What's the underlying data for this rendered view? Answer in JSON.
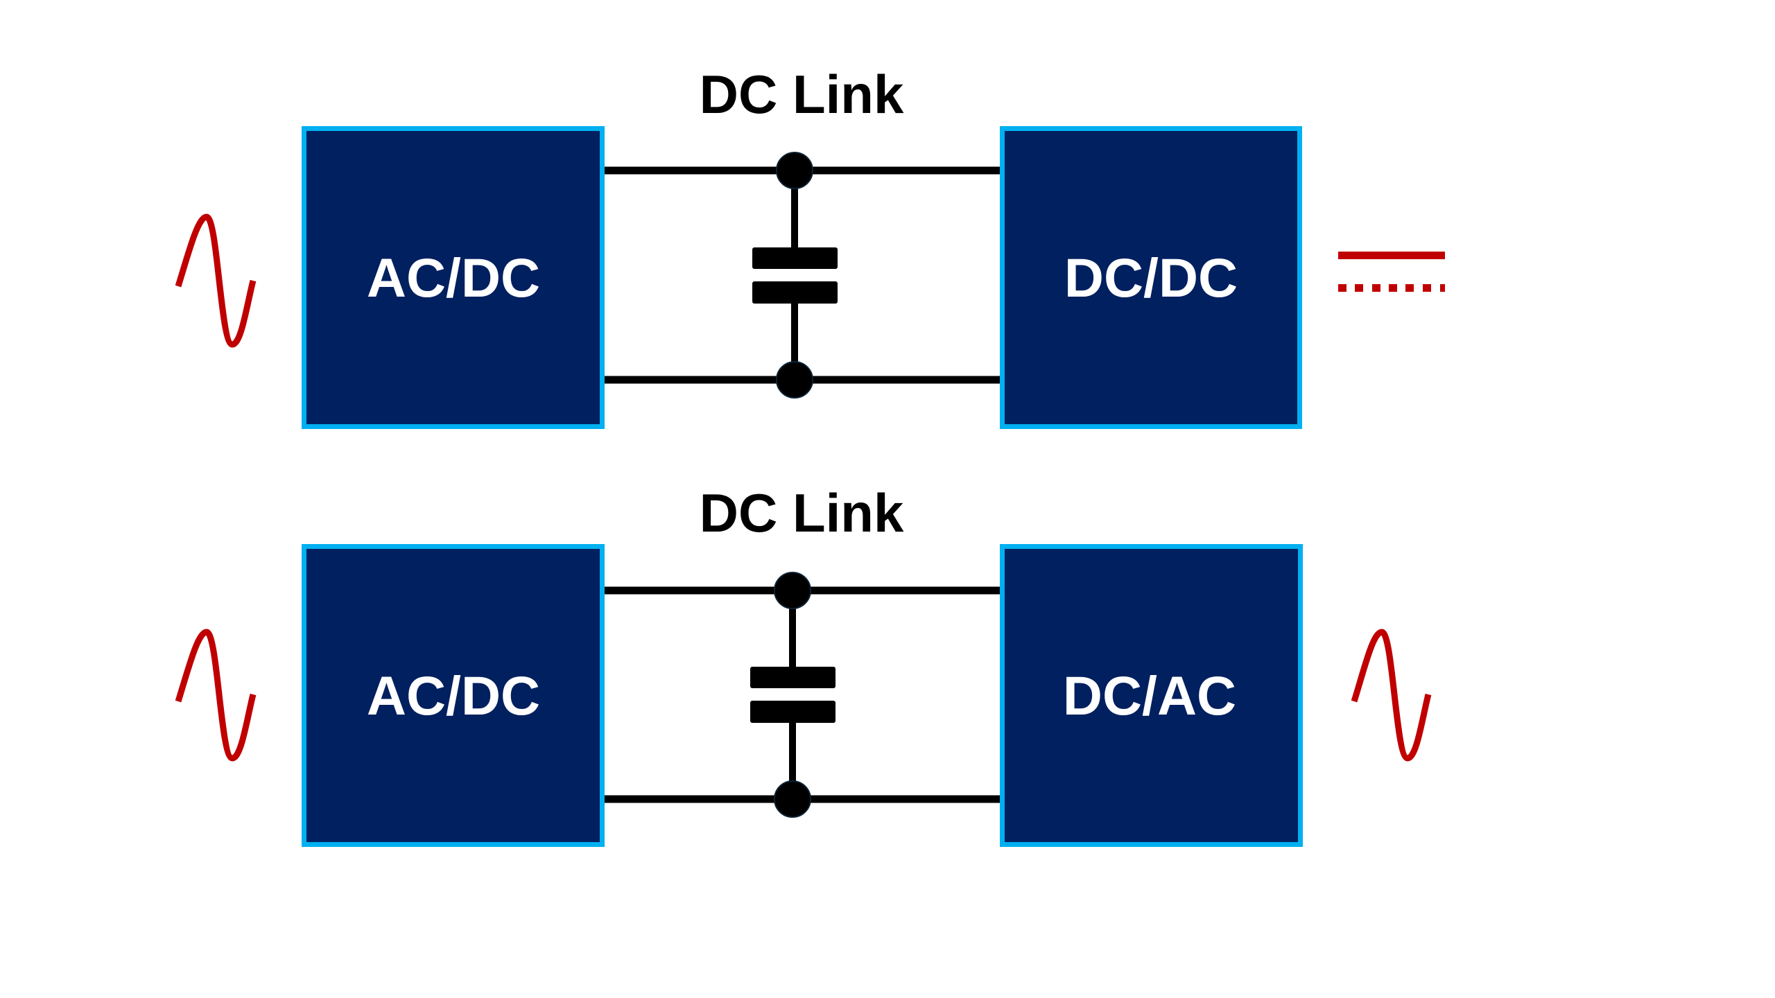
{
  "colors": {
    "block_fill": "#002060",
    "block_border": "#00B0F0",
    "wire": "#000000",
    "waveform": "#C00000",
    "label_text": "#000000",
    "block_text": "#FFFFFF",
    "background": "#FFFFFF"
  },
  "diagrams": [
    {
      "id": "acdc-to-dcdc",
      "link_label": "DC Link",
      "left_block": {
        "label": "AC/DC"
      },
      "right_block": {
        "label": "DC/DC"
      },
      "input_symbol": "ac-sine-icon",
      "output_symbol": "dc-symbol-icon",
      "link_component": "capacitor"
    },
    {
      "id": "acdc-to-dcac",
      "link_label": "DC Link",
      "left_block": {
        "label": "AC/DC"
      },
      "right_block": {
        "label": "DC/AC"
      },
      "input_symbol": "ac-sine-icon",
      "output_symbol": "ac-sine-icon",
      "link_component": "capacitor"
    }
  ]
}
